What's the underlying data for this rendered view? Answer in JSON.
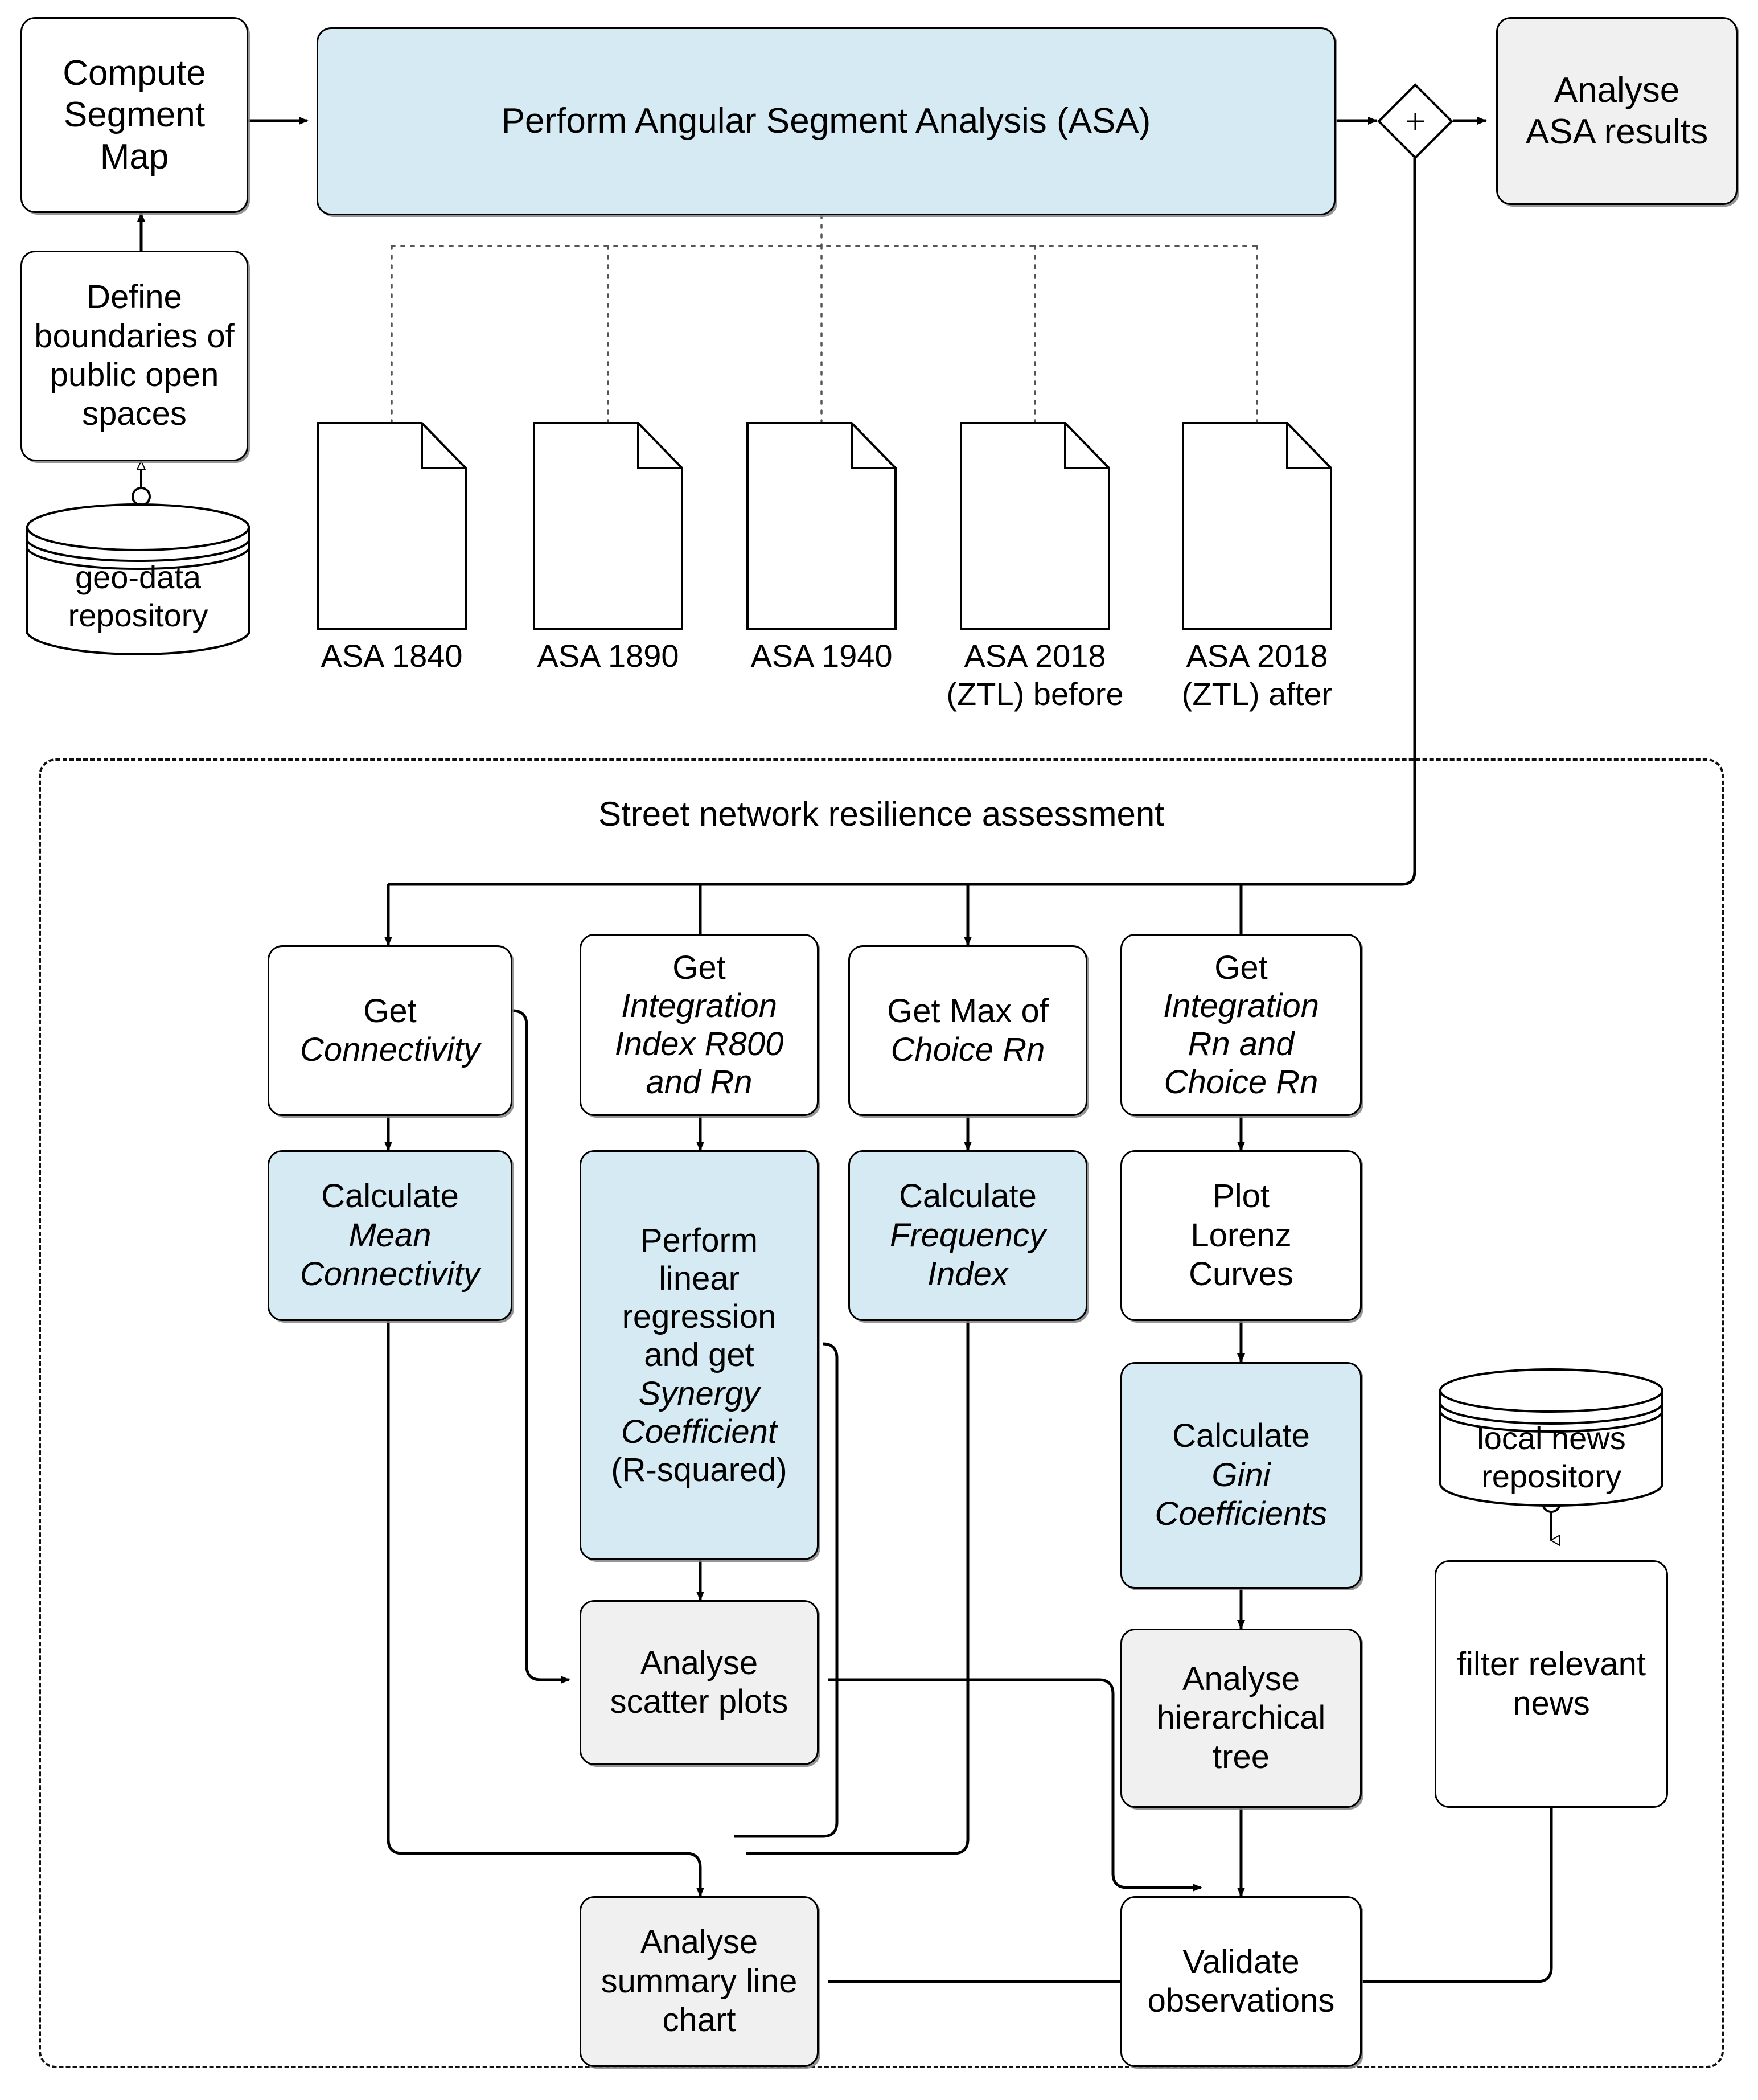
{
  "diagram": {
    "type": "bpmn-flowchart",
    "title": "Street network resilience assessment workflow",
    "colors": {
      "accent_blue": "#d5eaf2",
      "neutral_gray": "#f0f0f0",
      "white": "#ffffff",
      "stroke": "#000000"
    }
  },
  "top_flow": {
    "compute_segment_map": "Compute\nSegment\nMap",
    "define_boundaries": "Define\nboundaries of\npublic open\nspaces",
    "geo_data_repository": "geo-data\nrepository",
    "perform_asa": "Perform Angular Segment Analysis (ASA)",
    "gateway_symbol": "+",
    "analyse_asa_results": "Analyse\nASA results"
  },
  "documents": [
    {
      "label": "ASA 1840"
    },
    {
      "label": "ASA 1890"
    },
    {
      "label": "ASA 1940"
    },
    {
      "label": "ASA 2018\n(ZTL) before"
    },
    {
      "label": "ASA 2018\n(ZTL) after"
    }
  ],
  "subprocess": {
    "title": "Street network resilience assessment",
    "row_get": [
      {
        "line1": "Get",
        "line2": "Connectivity",
        "italic2": true
      },
      {
        "line1": "Get",
        "line2": "Integration\nIndex R800\nand Rn",
        "italic2": true
      },
      {
        "line1": "Get Max of",
        "line2": "Choice Rn",
        "italic2": true
      },
      {
        "line1": "Get",
        "line2": "Integration\nRn and\nChoice Rn",
        "italic2": true
      }
    ],
    "row_calc": [
      {
        "line1": "Calculate",
        "line2": "Mean\nConnectivity",
        "italic2": true,
        "fill": "blue"
      },
      {
        "line1": "Perform\nlinear\nregression\nand get",
        "line2": "Synergy\nCoefficient",
        "line3": "(R-squared)",
        "italic2": true,
        "fill": "blue"
      },
      {
        "line1": "Calculate",
        "line2": "Frequency\nIndex",
        "italic2": true,
        "fill": "blue"
      },
      {
        "line1": "Plot\nLorenz\nCurves",
        "italic2": false,
        "fill": "white"
      }
    ],
    "gini": {
      "line1": "Calculate",
      "line2": "Gini\nCoefficients",
      "italic2": true,
      "fill": "blue"
    },
    "analysis": [
      {
        "label": "Analyse\nscatter plots",
        "fill": "gray"
      },
      {
        "label": "Analyse\nhierarchical\ntree",
        "fill": "gray"
      }
    ],
    "news": {
      "repository": "local news\nrepository",
      "filter": "filter relevant\nnews"
    },
    "bottom": [
      {
        "label": "Analyse\nsummary line\nchart",
        "fill": "gray"
      },
      {
        "label": "Validate\nobservations",
        "fill": "white"
      }
    ]
  }
}
